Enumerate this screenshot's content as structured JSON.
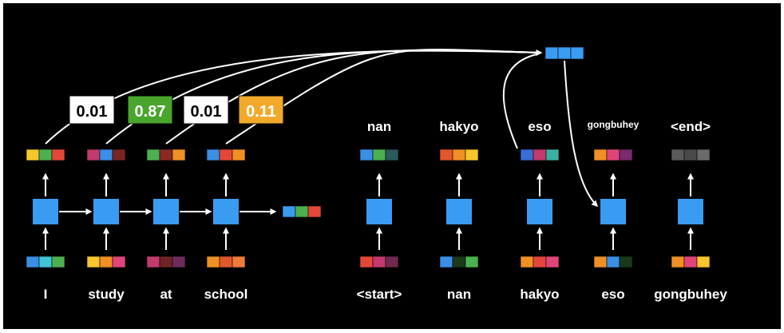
{
  "colors": {
    "background": "#000000",
    "node": "#3a9bf2",
    "arrow": "#ffffff"
  },
  "encoder": {
    "words": [
      "I",
      "study",
      "at",
      "school"
    ],
    "embeddings": [
      [
        "#f7c52c",
        "#4cb050",
        "#e4473a"
      ],
      [
        "#c23a6e",
        "#3a8ee6",
        "#7a2424"
      ],
      [
        "#4cb050",
        "#8a2a24",
        "#f09024"
      ],
      [
        "#3a8ee6",
        "#e4473a",
        "#f09024"
      ]
    ],
    "inputs": [
      [
        "#3a8ee6",
        "#3fc4d6",
        "#4cb050"
      ],
      [
        "#f7c52c",
        "#f09024",
        "#e0457a"
      ],
      [
        "#c23a6e",
        "#6e2424",
        "#6e2a5c"
      ],
      [
        "#f09024",
        "#e4572a",
        "#f07a3a"
      ]
    ],
    "context_vector": [
      "#3a9bf2",
      "#4cb050",
      "#e4473a"
    ]
  },
  "attention": {
    "weights": [
      "0.01",
      "0.87",
      "0.01",
      "0.11"
    ],
    "box_colors": [
      "#ffffff",
      "#4aa52c",
      "#ffffff",
      "#f2a92a"
    ],
    "text_colors": [
      "#000000",
      "#ffffff",
      "#000000",
      "#ffffff"
    ],
    "context_output": [
      "#3a9bf2",
      "#3a9bf2",
      "#3a9bf2"
    ]
  },
  "decoder": {
    "outputs": [
      "nan",
      "hakyo",
      "eso",
      "gongbuhey",
      "<end>"
    ],
    "inputs": [
      "<start>",
      "nan",
      "hakyo",
      "eso",
      "gongbuhey"
    ],
    "output_vectors": [
      [
        "#3a8ee6",
        "#4cb050",
        "#2a5a5a"
      ],
      [
        "#e4572a",
        "#f09024",
        "#f7c52c"
      ],
      [
        "#3a6ed6",
        "#c23a6e",
        "#3ab0a0"
      ],
      [
        "#f09024",
        "#e0457a",
        "#7a2a6e"
      ],
      [
        "#5a5a5a",
        "#4a4a4a",
        "#6a6a6a"
      ]
    ],
    "input_vectors": [
      [
        "#e4473a",
        "#c23a6e",
        "#6e2a4a"
      ],
      [
        "#3a8ee6",
        "#1a3a1a",
        "#4cb050"
      ],
      [
        "#f09024",
        "#e4473a",
        "#e0457a"
      ],
      [
        "#f09024",
        "#3a8ee6",
        "#1a3a1a"
      ],
      [
        "#f09024",
        "#e0457a",
        "#f7c52c"
      ]
    ]
  }
}
